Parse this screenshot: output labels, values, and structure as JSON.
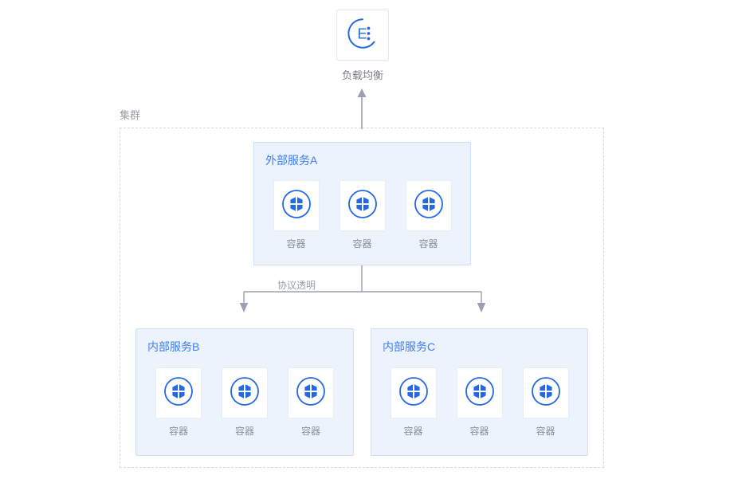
{
  "diagram": {
    "title": "",
    "colors": {
      "accent_blue": "#3d7df6",
      "icon_blue": "#2468e8",
      "service_fill": "#ecf3fd",
      "service_border": "#cddffa",
      "cluster_border": "#d6d9de",
      "connector_gray": "#9aa0b0",
      "text_gray": "#8a9099",
      "tile_border": "#e9edf2",
      "background": "#ffffff"
    },
    "load_balancer": {
      "label": "负载均衡",
      "icon": "load-balancer-icon",
      "icon_glyph": "E"
    },
    "cluster": {
      "label": "集群",
      "border_style": "dashed"
    },
    "connector": {
      "up_arrow": "arrow-up",
      "branch_label": "协议透明",
      "branch_arrows": [
        "arrow-down",
        "arrow-down"
      ]
    },
    "services": [
      {
        "id": "external-service-a",
        "title": "外部服务A",
        "containers": [
          {
            "label": "容器",
            "icon": "container-icon"
          },
          {
            "label": "容器",
            "icon": "container-icon"
          },
          {
            "label": "容器",
            "icon": "container-icon"
          }
        ]
      },
      {
        "id": "internal-service-b",
        "title": "内部服务B",
        "containers": [
          {
            "label": "容器",
            "icon": "container-icon"
          },
          {
            "label": "容器",
            "icon": "container-icon"
          },
          {
            "label": "容器",
            "icon": "container-icon"
          }
        ]
      },
      {
        "id": "internal-service-c",
        "title": "内部服务C",
        "containers": [
          {
            "label": "容器",
            "icon": "container-icon"
          },
          {
            "label": "容器",
            "icon": "container-icon"
          },
          {
            "label": "容器",
            "icon": "container-icon"
          }
        ]
      }
    ]
  }
}
